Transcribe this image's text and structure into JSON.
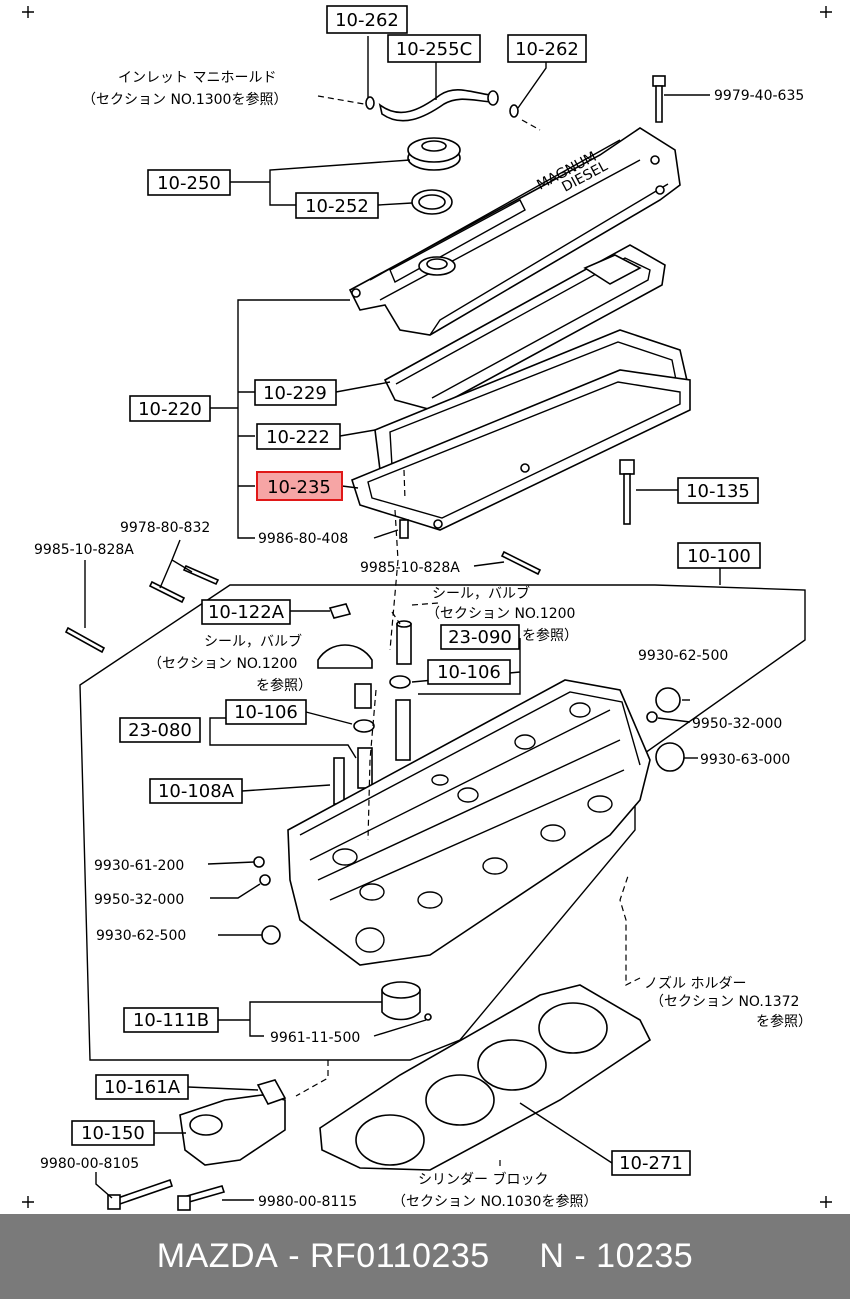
{
  "labels": {
    "l10_262a": "10-262",
    "l10_255c": "10-255C",
    "l10_262b": "10-262",
    "l9979": "9979-40-635",
    "inlet1": "インレット マニホールド",
    "inlet2": "（セクション NO.1300を参照）",
    "l10_250": "10-250",
    "l10_252": "10-252",
    "magnum": "MAGNUM",
    "diesel": "DIESEL",
    "l10_229": "10-229",
    "l10_220": "10-220",
    "l10_222": "10-222",
    "l10_235": "10-235",
    "l10_135": "10-135",
    "l9978": "9978-80-832",
    "l9985a": "9985-10-828A",
    "l9986": "9986-80-408",
    "l10_100": "10-100",
    "l9985b": "9985-10-828A",
    "seal_r1": "シール，バルブ",
    "seal_r2": "（セクション NO.1200",
    "l23_090": "23-090",
    "seal_r3": "を参照）",
    "l10_122a": "10-122A",
    "seal_l1": "シール，バルブ",
    "seal_l2": "（セクション NO.1200",
    "seal_l3": "を参照）",
    "l10_106a": "10-106",
    "l9930_62_500a": "9930-62-500",
    "l10_106b": "10-106",
    "l23_080": "23-080",
    "l9950_32_000a": "9950-32-000",
    "l9930_63_000": "9930-63-000",
    "l10_108a": "10-108A",
    "l9930_61_200": "9930-61-200",
    "l9950_32_000b": "9950-32-000",
    "l9930_62_500b": "9930-62-500",
    "nozzle1": "ノズル ホルダー",
    "nozzle2": "（セクション NO.1372",
    "nozzle3": "を参照）",
    "l10_111b": "10-111B",
    "l9961": "9961-11-500",
    "l10_161a": "10-161A",
    "l10_150": "10-150",
    "l10_271": "10-271",
    "l9980_8105": "9980-00-8105",
    "cyl1": "シリンダー ブロック",
    "l9980_8115": "9980-00-8115",
    "cyl2": "（セクション NO.1030を参照）"
  },
  "footer": {
    "brand": "MAZDA",
    "part": "RF0110235",
    "ref": "N - 10235"
  },
  "colors": {
    "highlight_fill": "#f6a5a5",
    "highlight_stroke": "#e01818",
    "footer_bg": "#7a7a7a"
  }
}
